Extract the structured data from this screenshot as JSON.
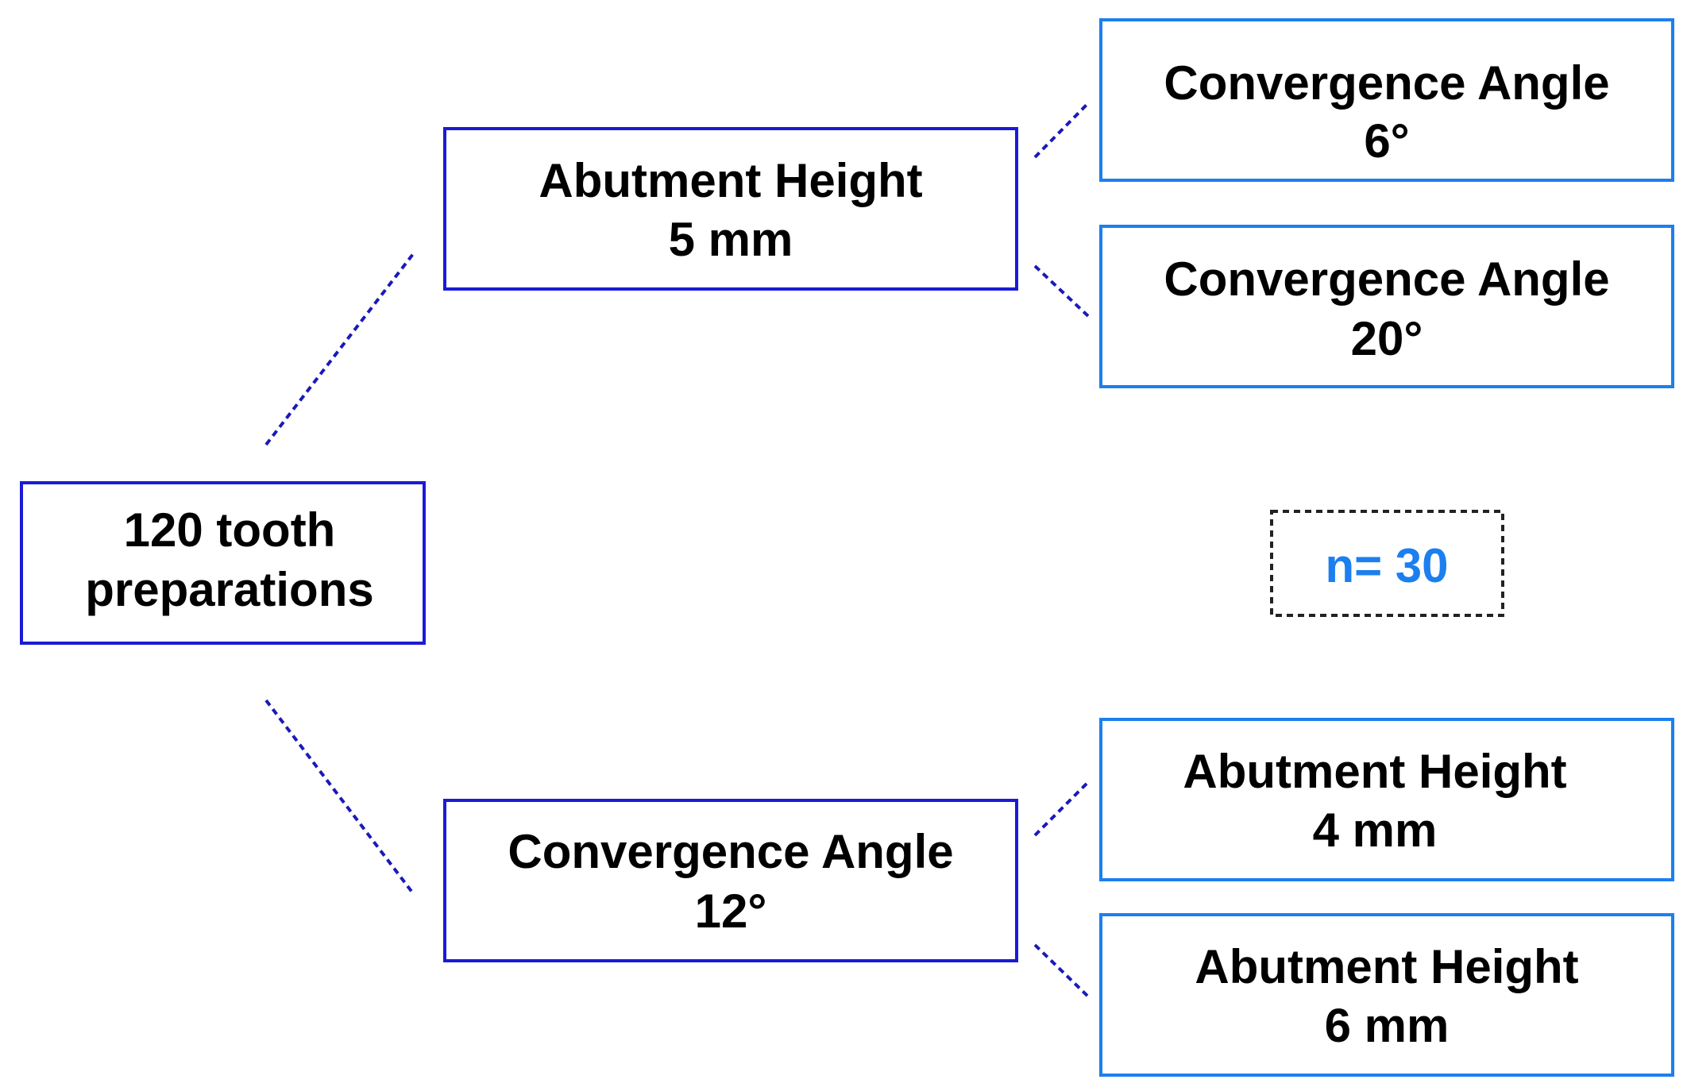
{
  "colors": {
    "dark_blue_border": "#1a1ad6",
    "light_blue_border": "#1c7ff0",
    "connector": "#1a1ab8",
    "n_text": "#1c7ff0",
    "n_box_border": "#222222",
    "text": "#000000"
  },
  "root": {
    "line1": "120 tooth",
    "line2": "preparations"
  },
  "branch_top": {
    "line1": "Abutment Height",
    "line2": "5 mm",
    "children": [
      {
        "line1": "Convergence Angle",
        "line2": "6°"
      },
      {
        "line1": "Convergence Angle",
        "line2": "20°"
      }
    ]
  },
  "branch_bottom": {
    "line1": "Convergence Angle",
    "line2": "12°",
    "children": [
      {
        "line1": "Abutment Height",
        "line2": "4 mm"
      },
      {
        "line1": "Abutment Height",
        "line2": "6 mm"
      }
    ]
  },
  "group_size": {
    "label": "n= 30"
  }
}
